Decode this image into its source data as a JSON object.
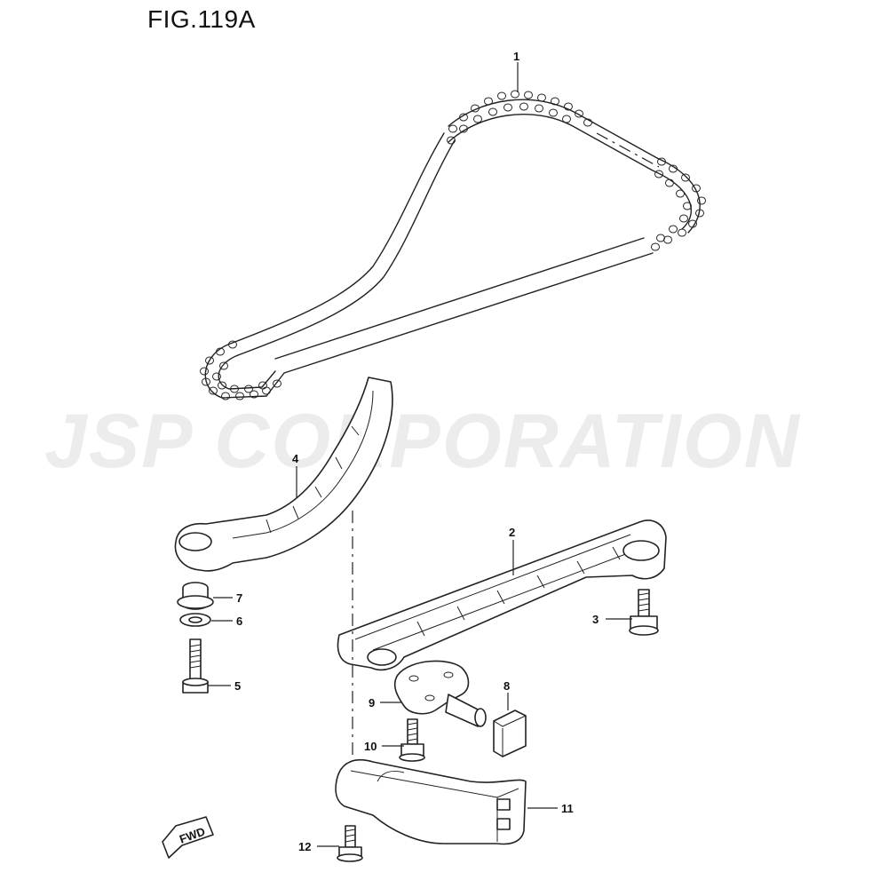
{
  "figure": {
    "title": "FIG.119A"
  },
  "watermark": {
    "text": "JSP CORPORATION"
  },
  "direction_badge": {
    "label": "FWD"
  },
  "callouts": [
    {
      "id": "1",
      "label": "1"
    },
    {
      "id": "2",
      "label": "2"
    },
    {
      "id": "3",
      "label": "3"
    },
    {
      "id": "4",
      "label": "4"
    },
    {
      "id": "5",
      "label": "5"
    },
    {
      "id": "6",
      "label": "6"
    },
    {
      "id": "7",
      "label": "7"
    },
    {
      "id": "8",
      "label": "8"
    },
    {
      "id": "9",
      "label": "9"
    },
    {
      "id": "10",
      "label": "10"
    },
    {
      "id": "11",
      "label": "11"
    },
    {
      "id": "12",
      "label": "12"
    }
  ]
}
